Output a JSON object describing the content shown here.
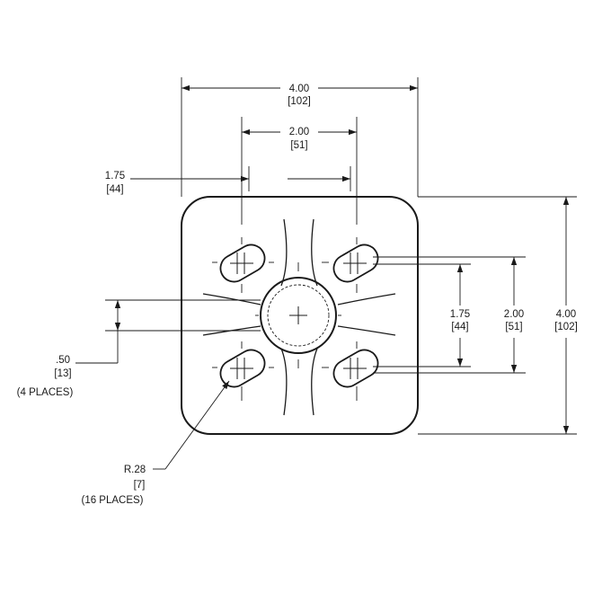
{
  "drawing": {
    "stroke_color": "#1a1a1a",
    "background": "#ffffff",
    "overall_width": {
      "value": "4.00",
      "metric": "[102]"
    },
    "slot_spacing_horizontal": {
      "value": "2.00",
      "metric": "[51]"
    },
    "slot_centers_horizontal": {
      "value": "1.75",
      "metric": "[44]"
    },
    "overall_height": {
      "value": "4.00",
      "metric": "[102]"
    },
    "slot_spacing_vertical": {
      "value": "2.00",
      "metric": "[51]"
    },
    "slot_centers_vertical": {
      "value": "1.75",
      "metric": "[44]"
    },
    "slot_width_callout": {
      "value": ".50",
      "metric": "[13]",
      "qty": "(4 PLACES)"
    },
    "radius_callout": {
      "value": "R.28",
      "metric": "[7]",
      "qty": "(16 PLACES)"
    }
  }
}
